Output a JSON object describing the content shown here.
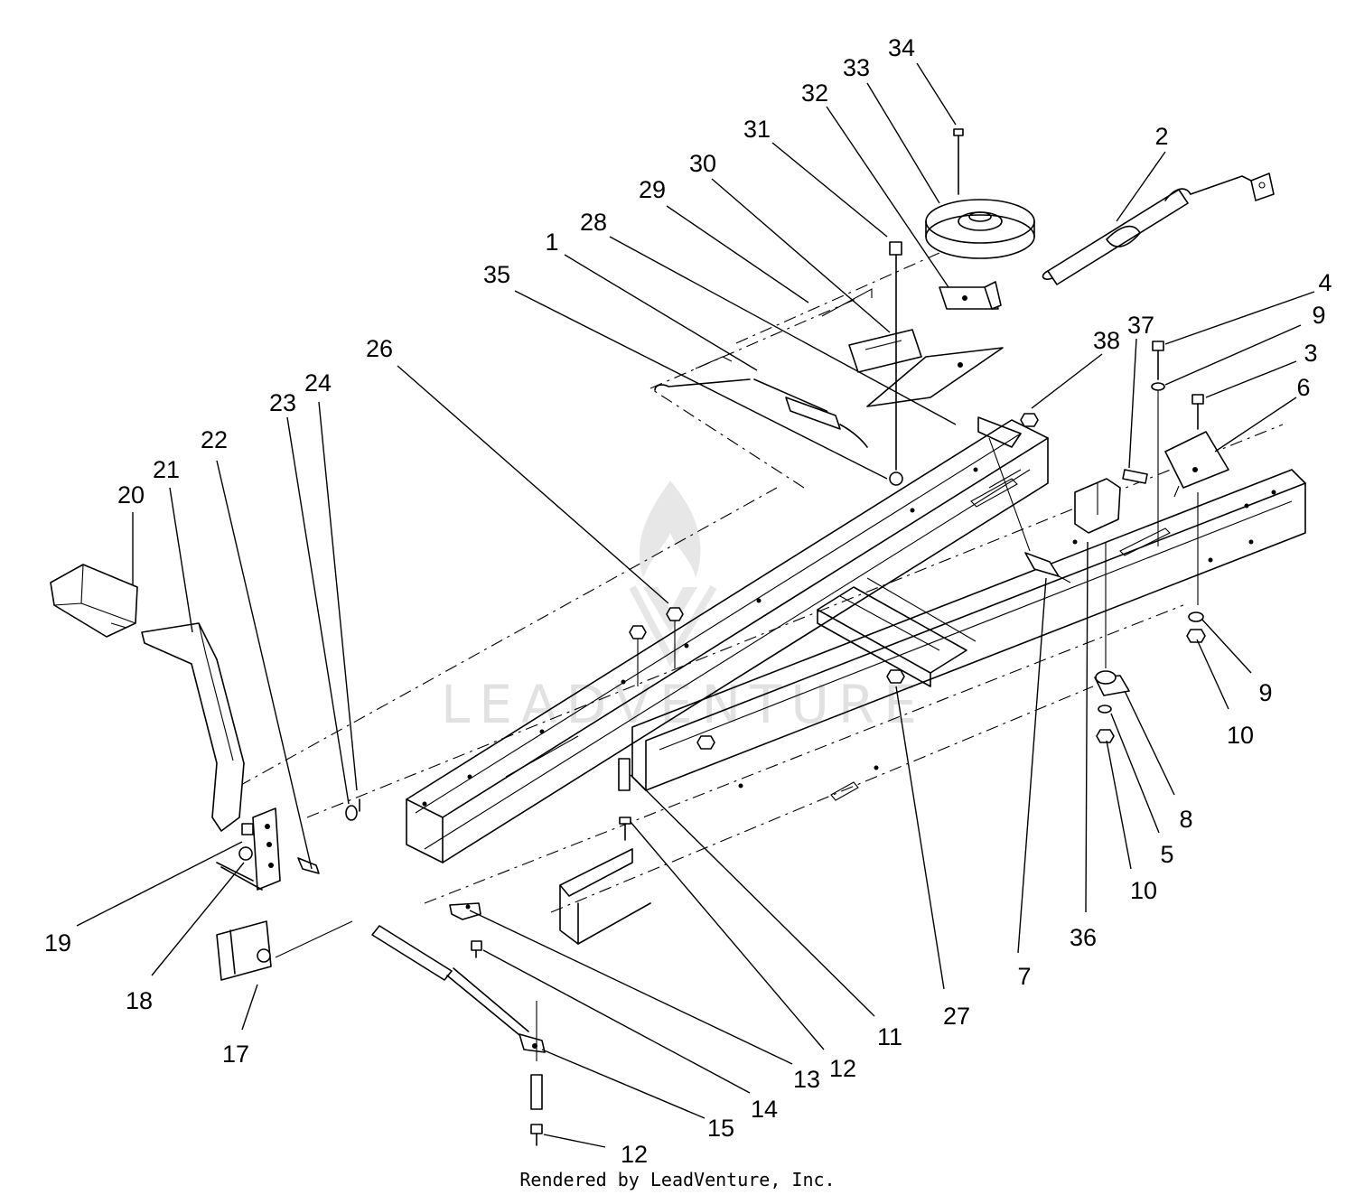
{
  "watermark_text": "LEADVENTURE",
  "credit": "Rendered by LeadVenture, Inc.",
  "callouts": [
    {
      "id": "34",
      "label": "34"
    },
    {
      "id": "33",
      "label": "33"
    },
    {
      "id": "32",
      "label": "32"
    },
    {
      "id": "31",
      "label": "31"
    },
    {
      "id": "30",
      "label": "30"
    },
    {
      "id": "29",
      "label": "29"
    },
    {
      "id": "28",
      "label": "28"
    },
    {
      "id": "1",
      "label": "1"
    },
    {
      "id": "35",
      "label": "35"
    },
    {
      "id": "2",
      "label": "2"
    },
    {
      "id": "4",
      "label": "4"
    },
    {
      "id": "9a",
      "label": "9"
    },
    {
      "id": "3",
      "label": "3"
    },
    {
      "id": "6",
      "label": "6"
    },
    {
      "id": "38",
      "label": "38"
    },
    {
      "id": "37",
      "label": "37"
    },
    {
      "id": "26",
      "label": "26"
    },
    {
      "id": "24",
      "label": "24"
    },
    {
      "id": "23",
      "label": "23"
    },
    {
      "id": "22",
      "label": "22"
    },
    {
      "id": "21",
      "label": "21"
    },
    {
      "id": "20",
      "label": "20"
    },
    {
      "id": "19",
      "label": "19"
    },
    {
      "id": "18",
      "label": "18"
    },
    {
      "id": "17",
      "label": "17"
    },
    {
      "id": "9b",
      "label": "9"
    },
    {
      "id": "10a",
      "label": "10"
    },
    {
      "id": "8",
      "label": "8"
    },
    {
      "id": "5",
      "label": "5"
    },
    {
      "id": "10b",
      "label": "10"
    },
    {
      "id": "36",
      "label": "36"
    },
    {
      "id": "7",
      "label": "7"
    },
    {
      "id": "27",
      "label": "27"
    },
    {
      "id": "11",
      "label": "11"
    },
    {
      "id": "12a",
      "label": "12"
    },
    {
      "id": "13",
      "label": "13"
    },
    {
      "id": "14",
      "label": "14"
    },
    {
      "id": "15",
      "label": "15"
    },
    {
      "id": "12b",
      "label": "12"
    }
  ]
}
